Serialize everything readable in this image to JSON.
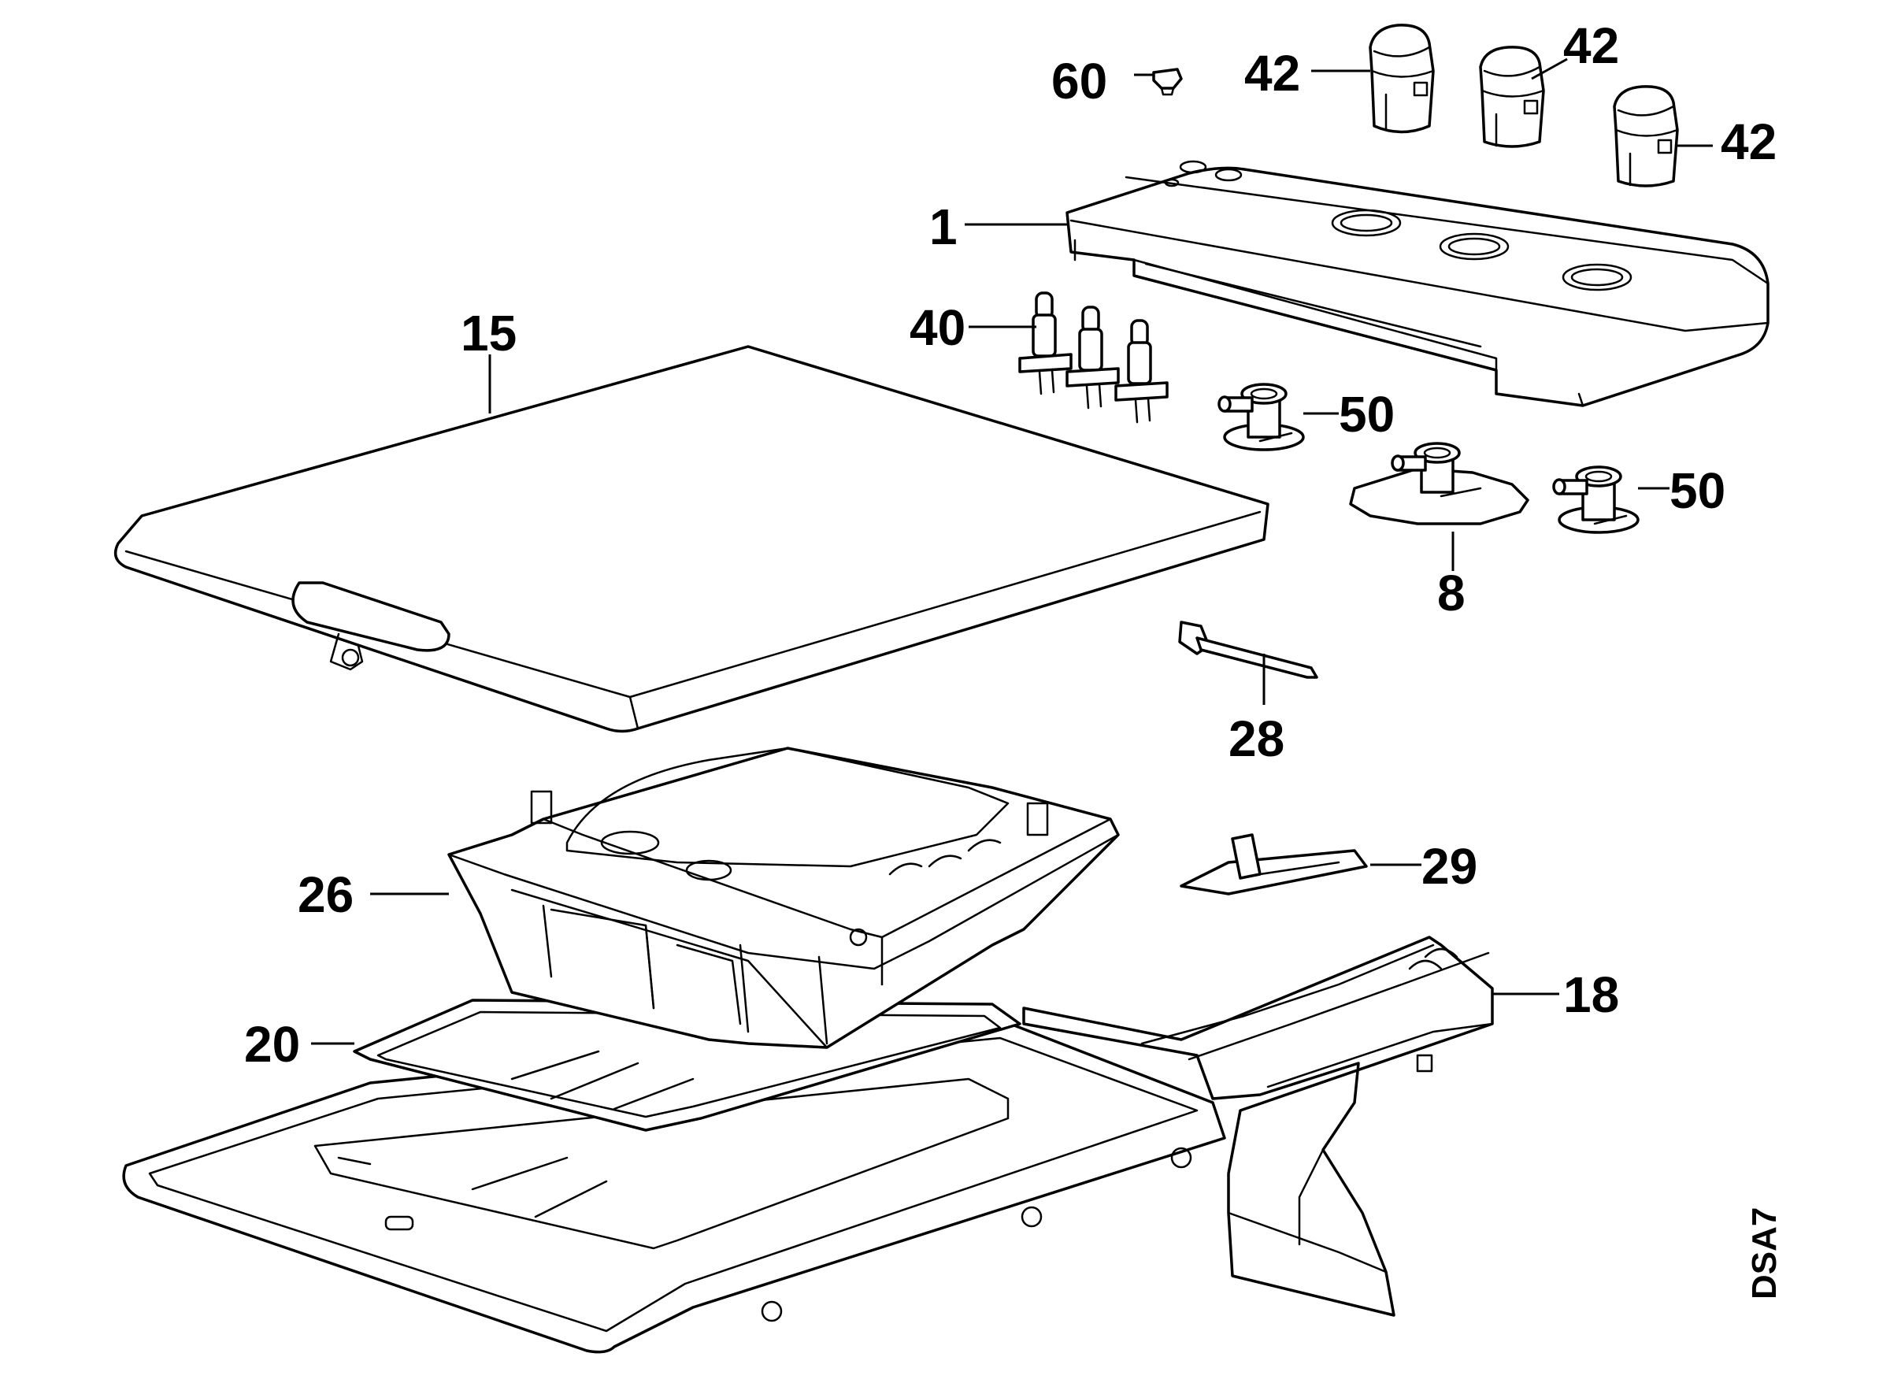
{
  "drawing_code": "DSA7",
  "callouts": [
    {
      "id": "c60",
      "number": "60"
    },
    {
      "id": "c42a",
      "number": "42"
    },
    {
      "id": "c42b",
      "number": "42"
    },
    {
      "id": "c42c",
      "number": "42"
    },
    {
      "id": "c1",
      "number": "1"
    },
    {
      "id": "c15",
      "number": "15"
    },
    {
      "id": "c40",
      "number": "40"
    },
    {
      "id": "c50a",
      "number": "50"
    },
    {
      "id": "c50b",
      "number": "50"
    },
    {
      "id": "c8",
      "number": "8"
    },
    {
      "id": "c28",
      "number": "28"
    },
    {
      "id": "c26",
      "number": "26"
    },
    {
      "id": "c29",
      "number": "29"
    },
    {
      "id": "c18",
      "number": "18"
    },
    {
      "id": "c20",
      "number": "20"
    }
  ]
}
